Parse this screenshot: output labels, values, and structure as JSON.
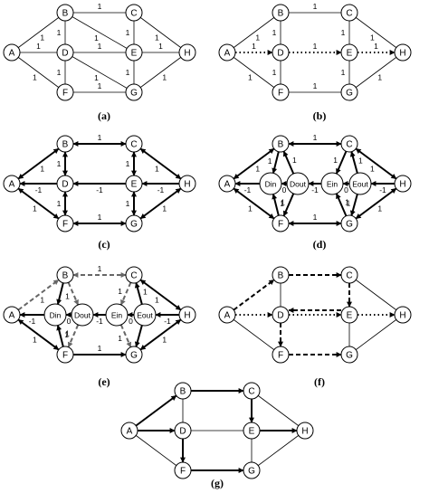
{
  "colors": {
    "ink": "#000000",
    "gray": "#666666",
    "fill": "#ffffff"
  },
  "panels": [
    {
      "id": "a",
      "caption": "(a)",
      "nodes": [
        {
          "id": "A",
          "label": "A"
        },
        {
          "id": "B",
          "label": "B"
        },
        {
          "id": "C",
          "label": "C"
        },
        {
          "id": "D",
          "label": "D"
        },
        {
          "id": "E",
          "label": "E"
        },
        {
          "id": "F",
          "label": "F"
        },
        {
          "id": "G",
          "label": "G"
        },
        {
          "id": "H",
          "label": "H"
        }
      ],
      "edges": [
        {
          "from": "A",
          "to": "B",
          "style": "thin",
          "label": "1"
        },
        {
          "from": "A",
          "to": "D",
          "style": "thin",
          "label": "1"
        },
        {
          "from": "A",
          "to": "F",
          "style": "thin",
          "label": "1"
        },
        {
          "from": "B",
          "to": "C",
          "style": "thin",
          "label": "1"
        },
        {
          "from": "B",
          "to": "D",
          "style": "thin",
          "label": "1"
        },
        {
          "from": "D",
          "to": "E",
          "style": "thin",
          "label": "1"
        },
        {
          "from": "D",
          "to": "F",
          "style": "thin",
          "label": "1"
        },
        {
          "from": "C",
          "to": "E",
          "style": "thin",
          "label": "1"
        },
        {
          "from": "E",
          "to": "G",
          "style": "thin",
          "label": "1"
        },
        {
          "from": "C",
          "to": "H",
          "style": "thin",
          "label": "1"
        },
        {
          "from": "E",
          "to": "H",
          "style": "thin",
          "label": "1"
        },
        {
          "from": "G",
          "to": "H",
          "style": "thin",
          "label": "1"
        },
        {
          "from": "F",
          "to": "G",
          "style": "thin",
          "label": "1"
        },
        {
          "from": "B",
          "to": "E",
          "style": "thin",
          "label": "1"
        },
        {
          "from": "D",
          "to": "G",
          "style": "thin",
          "label": "1"
        }
      ]
    },
    {
      "id": "b",
      "caption": "(b)",
      "nodes": [
        {
          "id": "A",
          "label": "A"
        },
        {
          "id": "B",
          "label": "B"
        },
        {
          "id": "C",
          "label": "C"
        },
        {
          "id": "D",
          "label": "D"
        },
        {
          "id": "E",
          "label": "E"
        },
        {
          "id": "F",
          "label": "F"
        },
        {
          "id": "G",
          "label": "G"
        },
        {
          "id": "H",
          "label": "H"
        }
      ],
      "edges": [
        {
          "from": "A",
          "to": "B",
          "style": "thin",
          "label": "1"
        },
        {
          "from": "A",
          "to": "D",
          "style": "dotted",
          "arrow": true,
          "label": "1"
        },
        {
          "from": "A",
          "to": "F",
          "style": "thin",
          "label": "1"
        },
        {
          "from": "B",
          "to": "C",
          "style": "thin",
          "label": "1"
        },
        {
          "from": "B",
          "to": "D",
          "style": "thin",
          "label": "1"
        },
        {
          "from": "D",
          "to": "E",
          "style": "dotted",
          "arrow": true,
          "label": "1"
        },
        {
          "from": "D",
          "to": "F",
          "style": "thin",
          "label": "1"
        },
        {
          "from": "C",
          "to": "E",
          "style": "thin",
          "label": "1"
        },
        {
          "from": "E",
          "to": "G",
          "style": "thin",
          "label": "1"
        },
        {
          "from": "C",
          "to": "H",
          "style": "thin",
          "label": "1"
        },
        {
          "from": "E",
          "to": "H",
          "style": "dotted",
          "arrow": true,
          "label": "1"
        },
        {
          "from": "G",
          "to": "H",
          "style": "thin",
          "label": "1"
        },
        {
          "from": "F",
          "to": "G",
          "style": "thin",
          "label": "1"
        }
      ]
    },
    {
      "id": "c",
      "caption": "(c)",
      "nodes": [
        {
          "id": "A",
          "label": "A"
        },
        {
          "id": "B",
          "label": "B"
        },
        {
          "id": "C",
          "label": "C"
        },
        {
          "id": "D",
          "label": "D"
        },
        {
          "id": "E",
          "label": "E"
        },
        {
          "id": "F",
          "label": "F"
        },
        {
          "id": "G",
          "label": "G"
        },
        {
          "id": "H",
          "label": "H"
        }
      ],
      "edges": [
        {
          "from": "A",
          "to": "B",
          "style": "bold",
          "arrow": true,
          "both": true,
          "label": "1"
        },
        {
          "from": "D",
          "to": "A",
          "style": "bold",
          "arrow": true,
          "label": "-1"
        },
        {
          "from": "A",
          "to": "F",
          "style": "bold",
          "arrow": true,
          "both": true,
          "label": "1"
        },
        {
          "from": "B",
          "to": "C",
          "style": "bold",
          "arrow": true,
          "both": true,
          "label": "1"
        },
        {
          "from": "B",
          "to": "D",
          "style": "bold",
          "arrow": true,
          "both": true,
          "label": "1"
        },
        {
          "from": "E",
          "to": "D",
          "style": "bold",
          "arrow": true,
          "label": "-1"
        },
        {
          "from": "D",
          "to": "F",
          "style": "bold",
          "arrow": true,
          "both": true,
          "label": "1"
        },
        {
          "from": "C",
          "to": "E",
          "style": "bold",
          "arrow": true,
          "both": true,
          "label": "1"
        },
        {
          "from": "E",
          "to": "G",
          "style": "bold",
          "arrow": true,
          "both": true,
          "label": "1"
        },
        {
          "from": "C",
          "to": "H",
          "style": "bold",
          "arrow": true,
          "both": true,
          "label": "1"
        },
        {
          "from": "H",
          "to": "E",
          "style": "bold",
          "arrow": true,
          "label": "-1"
        },
        {
          "from": "G",
          "to": "H",
          "style": "bold",
          "arrow": true,
          "both": true,
          "label": "1"
        },
        {
          "from": "F",
          "to": "G",
          "style": "bold",
          "arrow": true,
          "both": true,
          "label": "1"
        }
      ]
    },
    {
      "id": "d",
      "caption": "(d)",
      "nodes": [
        {
          "id": "A",
          "label": "A"
        },
        {
          "id": "B",
          "label": "B"
        },
        {
          "id": "C",
          "label": "C"
        },
        {
          "id": "Din",
          "label": "Din"
        },
        {
          "id": "Dout",
          "label": "Dout"
        },
        {
          "id": "Ein",
          "label": "Ein"
        },
        {
          "id": "Eout",
          "label": "Eout"
        },
        {
          "id": "F",
          "label": "F"
        },
        {
          "id": "G",
          "label": "G"
        },
        {
          "id": "H",
          "label": "H"
        }
      ],
      "edges": [
        {
          "from": "A",
          "to": "B",
          "style": "bold",
          "arrow": true,
          "both": true,
          "label": "1"
        },
        {
          "from": "Din",
          "to": "A",
          "style": "bold",
          "arrow": true,
          "label": "-1"
        },
        {
          "from": "A",
          "to": "F",
          "style": "bold",
          "arrow": true,
          "both": true,
          "label": "1"
        },
        {
          "from": "B",
          "to": "C",
          "style": "bold",
          "arrow": true,
          "both": true,
          "label": "1"
        },
        {
          "from": "B",
          "to": "Din",
          "style": "bold",
          "arrow": true,
          "label": "1"
        },
        {
          "from": "Dout",
          "to": "B",
          "style": "bold",
          "arrow": true,
          "label": "1"
        },
        {
          "from": "Dout",
          "to": "Din",
          "style": "bold",
          "arrow": true,
          "label": "0"
        },
        {
          "from": "Ein",
          "to": "Dout",
          "style": "bold",
          "arrow": true,
          "label": "-1"
        },
        {
          "from": "F",
          "to": "Din",
          "style": "bold",
          "arrow": true,
          "label": "1"
        },
        {
          "from": "Dout",
          "to": "F",
          "style": "bold",
          "arrow": true,
          "label": "1"
        },
        {
          "from": "C",
          "to": "Ein",
          "style": "bold",
          "arrow": true,
          "label": "1"
        },
        {
          "from": "Eout",
          "to": "C",
          "style": "bold",
          "arrow": true,
          "label": "1"
        },
        {
          "from": "Eout",
          "to": "Ein",
          "style": "bold",
          "arrow": true,
          "label": "0"
        },
        {
          "from": "G",
          "to": "Ein",
          "style": "bold",
          "arrow": true,
          "label": "1"
        },
        {
          "from": "Eout",
          "to": "G",
          "style": "bold",
          "arrow": true,
          "label": "1"
        },
        {
          "from": "C",
          "to": "H",
          "style": "bold",
          "arrow": true,
          "both": true,
          "label": "1"
        },
        {
          "from": "H",
          "to": "Eout",
          "style": "bold",
          "arrow": true,
          "label": "-1"
        },
        {
          "from": "G",
          "to": "H",
          "style": "bold",
          "arrow": true,
          "both": true,
          "label": "1"
        },
        {
          "from": "F",
          "to": "G",
          "style": "bold",
          "arrow": true,
          "both": true,
          "label": "1"
        }
      ]
    },
    {
      "id": "e",
      "caption": "(e)",
      "nodes": [
        {
          "id": "A",
          "label": "A"
        },
        {
          "id": "B",
          "label": "B"
        },
        {
          "id": "C",
          "label": "C"
        },
        {
          "id": "Din",
          "label": "Din"
        },
        {
          "id": "Dout",
          "label": "Dout"
        },
        {
          "id": "Ein",
          "label": "Ein"
        },
        {
          "id": "Eout",
          "label": "Eout"
        },
        {
          "id": "F",
          "label": "F"
        },
        {
          "id": "G",
          "label": "G"
        },
        {
          "id": "H",
          "label": "H"
        }
      ],
      "edges": [
        {
          "from": "A",
          "to": "B",
          "style": "graydash",
          "arrow": true,
          "label": "1"
        },
        {
          "from": "Din",
          "to": "A",
          "style": "bold",
          "arrow": true,
          "label": "-1"
        },
        {
          "from": "A",
          "to": "F",
          "style": "bold",
          "arrow": true,
          "both": true,
          "label": "1"
        },
        {
          "from": "B",
          "to": "C",
          "style": "graydash",
          "arrow": true,
          "both": true,
          "label": "1"
        },
        {
          "from": "B",
          "to": "Din",
          "style": "bold",
          "arrow": true,
          "label": ""
        },
        {
          "from": "B",
          "to": "Dout",
          "style": "graydash",
          "arrow": true,
          "label": "1"
        },
        {
          "from": "Dout",
          "to": "Din",
          "style": "bold",
          "arrow": true,
          "label": "0"
        },
        {
          "from": "Ein",
          "to": "Dout",
          "style": "bold",
          "arrow": true,
          "label": "-1"
        },
        {
          "from": "F",
          "to": "Din",
          "style": "bold",
          "arrow": true,
          "label": "1"
        },
        {
          "from": "Dout",
          "to": "F",
          "style": "graydash",
          "arrow": true,
          "label": "1"
        },
        {
          "from": "C",
          "to": "Ein",
          "style": "graydash",
          "arrow": true,
          "label": "1"
        },
        {
          "from": "Eout",
          "to": "C",
          "style": "bold",
          "arrow": true,
          "label": "1"
        },
        {
          "from": "Eout",
          "to": "Ein",
          "style": "bold",
          "arrow": true,
          "label": "0"
        },
        {
          "from": "Ein",
          "to": "G",
          "style": "graydash",
          "arrow": true,
          "label": "1"
        },
        {
          "from": "Eout",
          "to": "G",
          "style": "bold",
          "arrow": true,
          "label": ""
        },
        {
          "from": "C",
          "to": "H",
          "style": "bold",
          "arrow": true,
          "both": true,
          "label": "1"
        },
        {
          "from": "H",
          "to": "Eout",
          "style": "bold",
          "arrow": true,
          "label": "-1"
        },
        {
          "from": "G",
          "to": "H",
          "style": "bold",
          "arrow": true,
          "both": true,
          "label": "1"
        },
        {
          "from": "F",
          "to": "G",
          "style": "bold",
          "arrow": true,
          "label": "1"
        }
      ]
    },
    {
      "id": "f",
      "caption": "(f)",
      "nodes": [
        {
          "id": "A",
          "label": "A"
        },
        {
          "id": "B",
          "label": "B"
        },
        {
          "id": "C",
          "label": "C"
        },
        {
          "id": "D",
          "label": "D"
        },
        {
          "id": "E",
          "label": "E"
        },
        {
          "id": "F",
          "label": "F"
        },
        {
          "id": "G",
          "label": "G"
        },
        {
          "id": "H",
          "label": "H"
        }
      ],
      "edges": [
        {
          "from": "A",
          "to": "B",
          "style": "dashed",
          "arrow": true,
          "label": ""
        },
        {
          "from": "A",
          "to": "D",
          "style": "dotted",
          "arrow": true,
          "label": ""
        },
        {
          "from": "A",
          "to": "F",
          "style": "thin",
          "label": ""
        },
        {
          "from": "B",
          "to": "C",
          "style": "dashed",
          "arrow": true,
          "label": ""
        },
        {
          "from": "B",
          "to": "D",
          "style": "thin",
          "label": ""
        },
        {
          "from": "D",
          "to": "E",
          "style": "dotted",
          "arrow": true,
          "label": ""
        },
        {
          "from": "E",
          "to": "D",
          "style": "dashed",
          "arrow": true,
          "offset": 5,
          "label": ""
        },
        {
          "from": "D",
          "to": "F",
          "style": "dashed",
          "arrow": true,
          "label": ""
        },
        {
          "from": "C",
          "to": "E",
          "style": "dashed",
          "arrow": true,
          "label": ""
        },
        {
          "from": "E",
          "to": "G",
          "style": "thin",
          "label": ""
        },
        {
          "from": "C",
          "to": "H",
          "style": "thin",
          "label": ""
        },
        {
          "from": "E",
          "to": "H",
          "style": "dotted",
          "arrow": true,
          "label": ""
        },
        {
          "from": "G",
          "to": "H",
          "style": "thin",
          "label": ""
        },
        {
          "from": "F",
          "to": "G",
          "style": "dashed",
          "arrow": true,
          "label": ""
        }
      ]
    },
    {
      "id": "g",
      "caption": "(g)",
      "nodes": [
        {
          "id": "A",
          "label": "A"
        },
        {
          "id": "B",
          "label": "B"
        },
        {
          "id": "C",
          "label": "C"
        },
        {
          "id": "D",
          "label": "D"
        },
        {
          "id": "E",
          "label": "E"
        },
        {
          "id": "F",
          "label": "F"
        },
        {
          "id": "G",
          "label": "G"
        },
        {
          "id": "H",
          "label": "H"
        }
      ],
      "edges": [
        {
          "from": "A",
          "to": "B",
          "style": "bold",
          "arrow": true,
          "label": ""
        },
        {
          "from": "A",
          "to": "D",
          "style": "bold",
          "arrow": true,
          "label": ""
        },
        {
          "from": "A",
          "to": "F",
          "style": "thin",
          "label": ""
        },
        {
          "from": "B",
          "to": "C",
          "style": "bold",
          "arrow": true,
          "label": ""
        },
        {
          "from": "B",
          "to": "D",
          "style": "thin",
          "label": ""
        },
        {
          "from": "D",
          "to": "E",
          "style": "thin",
          "label": ""
        },
        {
          "from": "D",
          "to": "F",
          "style": "bold",
          "arrow": true,
          "label": ""
        },
        {
          "from": "C",
          "to": "E",
          "style": "bold",
          "arrow": true,
          "label": ""
        },
        {
          "from": "E",
          "to": "G",
          "style": "thin",
          "label": ""
        },
        {
          "from": "C",
          "to": "H",
          "style": "thin",
          "label": ""
        },
        {
          "from": "E",
          "to": "H",
          "style": "bold",
          "arrow": true,
          "label": ""
        },
        {
          "from": "G",
          "to": "H",
          "style": "thin",
          "label": ""
        },
        {
          "from": "F",
          "to": "G",
          "style": "bold",
          "arrow": true,
          "label": ""
        }
      ]
    }
  ]
}
